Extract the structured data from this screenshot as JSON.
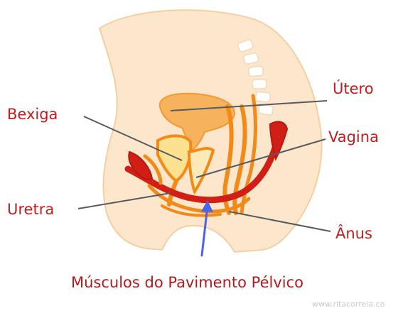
{
  "labels": {
    "utero": "Útero",
    "bexiga": "Bexiga",
    "vagina": "Vagina",
    "uretra": "Uretra",
    "anus": "Ânus"
  },
  "caption": "Músculos do Pavimento Pélvico",
  "watermark": "www.ritacorreia.co",
  "colors": {
    "label_red": "#c31d1d",
    "skin": "#fce6cc",
    "bone": "#ffffff",
    "uterus": "#f6b25c",
    "bladder": "#fbe190",
    "orange_outline": "#f28a18",
    "muscle_red": "#d21f16",
    "arrow_blue": "#4b63e6",
    "leader_gray": "#555b5e"
  },
  "icons": {
    "pointer": "up-arrow-icon"
  }
}
